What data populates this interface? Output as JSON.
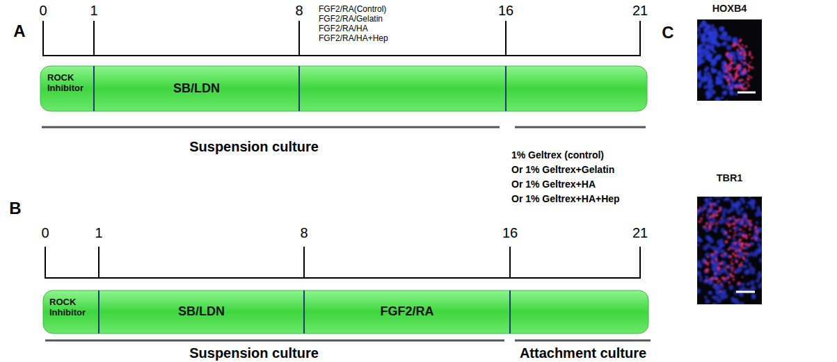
{
  "diagram": {
    "nodes": [
      {
        "text": [
          "ROCK Inhibitor"
        ]
      },
      {
        "text": [
          "SB/LDN"
        ]
      },
      {
        "text": [
          "ROCK Inhibitor"
        ]
      },
      {
        "text": [
          "SB/LDN"
        ]
      },
      {
        "text": [
          "FGF2/RA"
        ]
      },
      {
        "text": [
          "HOXB4"
        ]
      },
      {
        "text": [
          "TBR1"
        ]
      }
    ],
    "labels": [
      "A",
      "0",
      "1",
      "8",
      "16",
      "21",
      "FGF2/RA(Control)",
      "FGF2/RA/Gelatin",
      "FGF2/RA/HA",
      "FGF2/RA/HA+Hep",
      "Suspension culture",
      "1% Geltrex (control)",
      "Or 1% Geltrex+Gelatin",
      "Or 1% Geltrex+HA",
      "Or 1% Geltrex+HA+Hep",
      "B",
      "0",
      "1",
      "8",
      "16",
      "21",
      "Suspension culture",
      "Attachment culture",
      "C"
    ]
  }
}
